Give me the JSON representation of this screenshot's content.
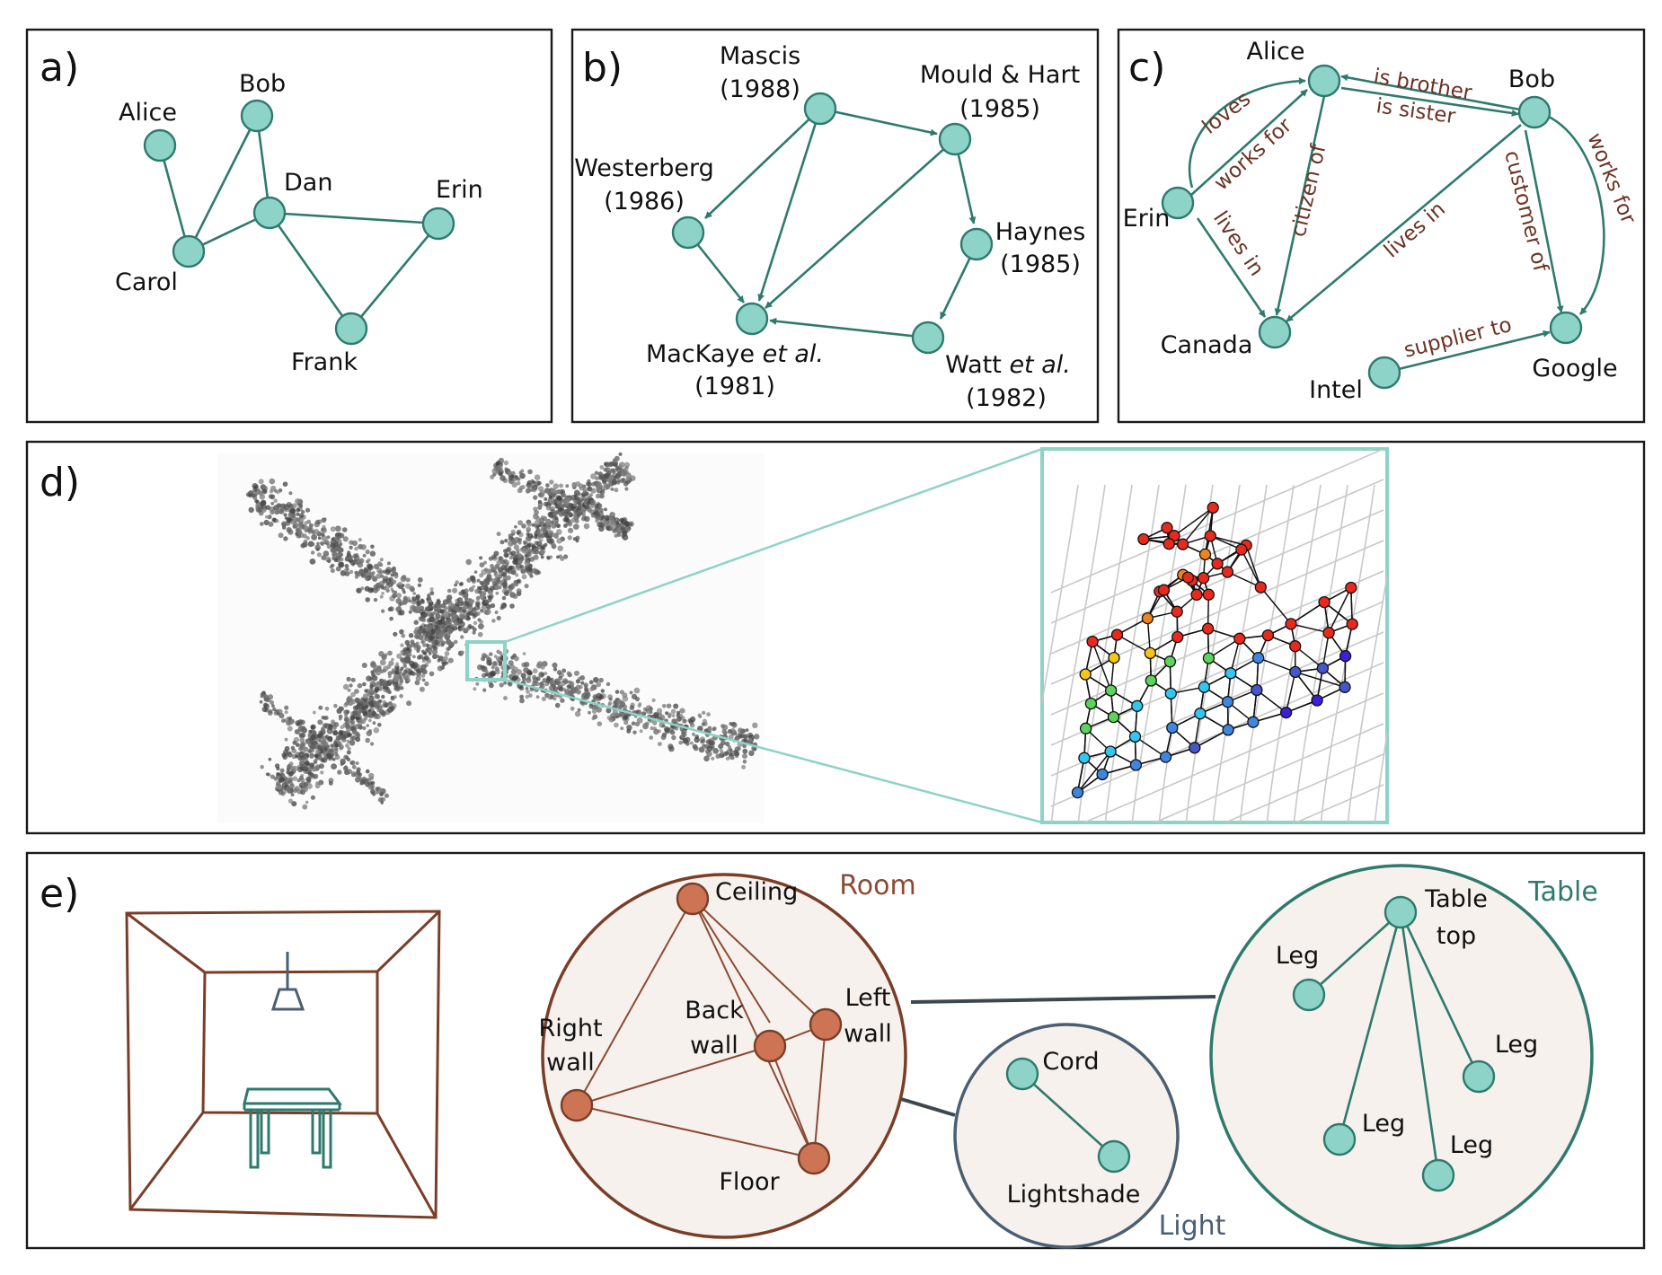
{
  "panels": {
    "a": {
      "letter": "a)",
      "nodes": {
        "alice": "Alice",
        "bob": "Bob",
        "dan": "Dan",
        "erin": "Erin",
        "carol": "Carol",
        "frank": "Frank"
      }
    },
    "b": {
      "letter": "b)",
      "nodes": {
        "mascis": [
          "Mascis",
          "(1988)"
        ],
        "mould": [
          "Mould & Hart",
          "(1985)"
        ],
        "westerberg": [
          "Westerberg",
          "(1986)"
        ],
        "haynes": [
          "Haynes",
          "(1985)"
        ],
        "mackaye": {
          "name": "MacKaye",
          "etal": "et al.",
          "year": "(1981)"
        },
        "watt": {
          "name": "Watt",
          "etal": "et al.",
          "year": "(1982)"
        }
      }
    },
    "c": {
      "letter": "c)",
      "nodes": {
        "alice": "Alice",
        "bob": "Bob",
        "erin": "Erin",
        "canada": "Canada",
        "intel": "Intel",
        "google": "Google"
      },
      "edges": {
        "loves": "loves",
        "works_for_1": "works for",
        "is_brother": "is brother",
        "is_sister": "is sister",
        "citizen_of": "citizen of",
        "lives_in_1": "lives in",
        "lives_in_2": "lives in",
        "customer_of": "customer of",
        "works_for_2": "works for",
        "supplier_to": "supplier to"
      }
    },
    "d": {
      "letter": "d)"
    },
    "e": {
      "letter": "e)",
      "room": {
        "title": "Room",
        "ceiling": "Ceiling",
        "right_wall": [
          "Right",
          "wall"
        ],
        "back_wall": [
          "Back",
          "wall"
        ],
        "left_wall": [
          "Left",
          "wall"
        ],
        "floor": "Floor"
      },
      "light": {
        "title": "Light",
        "cord": "Cord",
        "lightshade": "Lightshade"
      },
      "table": {
        "title": "Table",
        "table_top": [
          "Table",
          "top"
        ],
        "leg": "Leg"
      }
    }
  },
  "colors": {
    "teal_node": "#8dd3c7",
    "teal_edge": "#2e7a6d",
    "edge_label": "#6b3323",
    "room_brown": "#7a3e28",
    "room_node": "#cd7454",
    "light_slate": "#4a5f72",
    "circle_fill": "#f6f1ec"
  }
}
